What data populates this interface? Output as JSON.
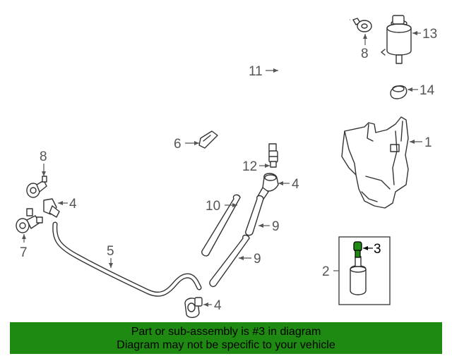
{
  "callouts": {
    "c1": "1",
    "c2": "2",
    "c3": "3",
    "c4a": "4",
    "c4b": "4",
    "c4c": "4",
    "c5": "5",
    "c6": "6",
    "c7": "7",
    "c8a": "8",
    "c8b": "8",
    "c9a": "9",
    "c9b": "9",
    "c10": "10",
    "c11": "11",
    "c12": "12",
    "c13": "13",
    "c14": "14"
  },
  "highlight_color": "#1f8a12",
  "banner": {
    "line1": "Part or sub-assembly is #3 in diagram",
    "line2": "Diagram may not be specific to your vehicle"
  }
}
